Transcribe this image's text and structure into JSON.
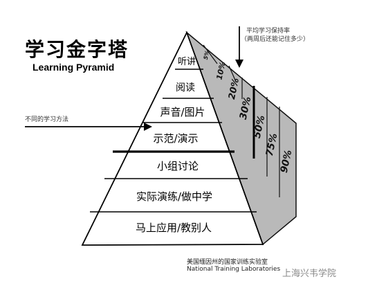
{
  "title": {
    "zh": "学习金字塔",
    "en": "Learning Pyramid"
  },
  "method_label": "不同的学习方法",
  "retention_label": "平均学习保持率",
  "retention_sublabel": "（两周后还能记住多少）",
  "levels": [
    {
      "label": "听讲",
      "percent": "5%"
    },
    {
      "label": "阅读",
      "percent": "10%"
    },
    {
      "label": "声音/图片",
      "percent": "20%"
    },
    {
      "label": "示范/演示",
      "percent": "30%"
    },
    {
      "label": "小组讨论",
      "percent": "50%"
    },
    {
      "label": "实际演练/做中学",
      "percent": "75%"
    },
    {
      "label": "马上应用/教别人",
      "percent": "90%"
    }
  ],
  "footer": {
    "line1": "美国缅因州的国家训练实验室",
    "line2": "National Training Laboratories"
  },
  "watermark": "上海兴韦学院"
}
